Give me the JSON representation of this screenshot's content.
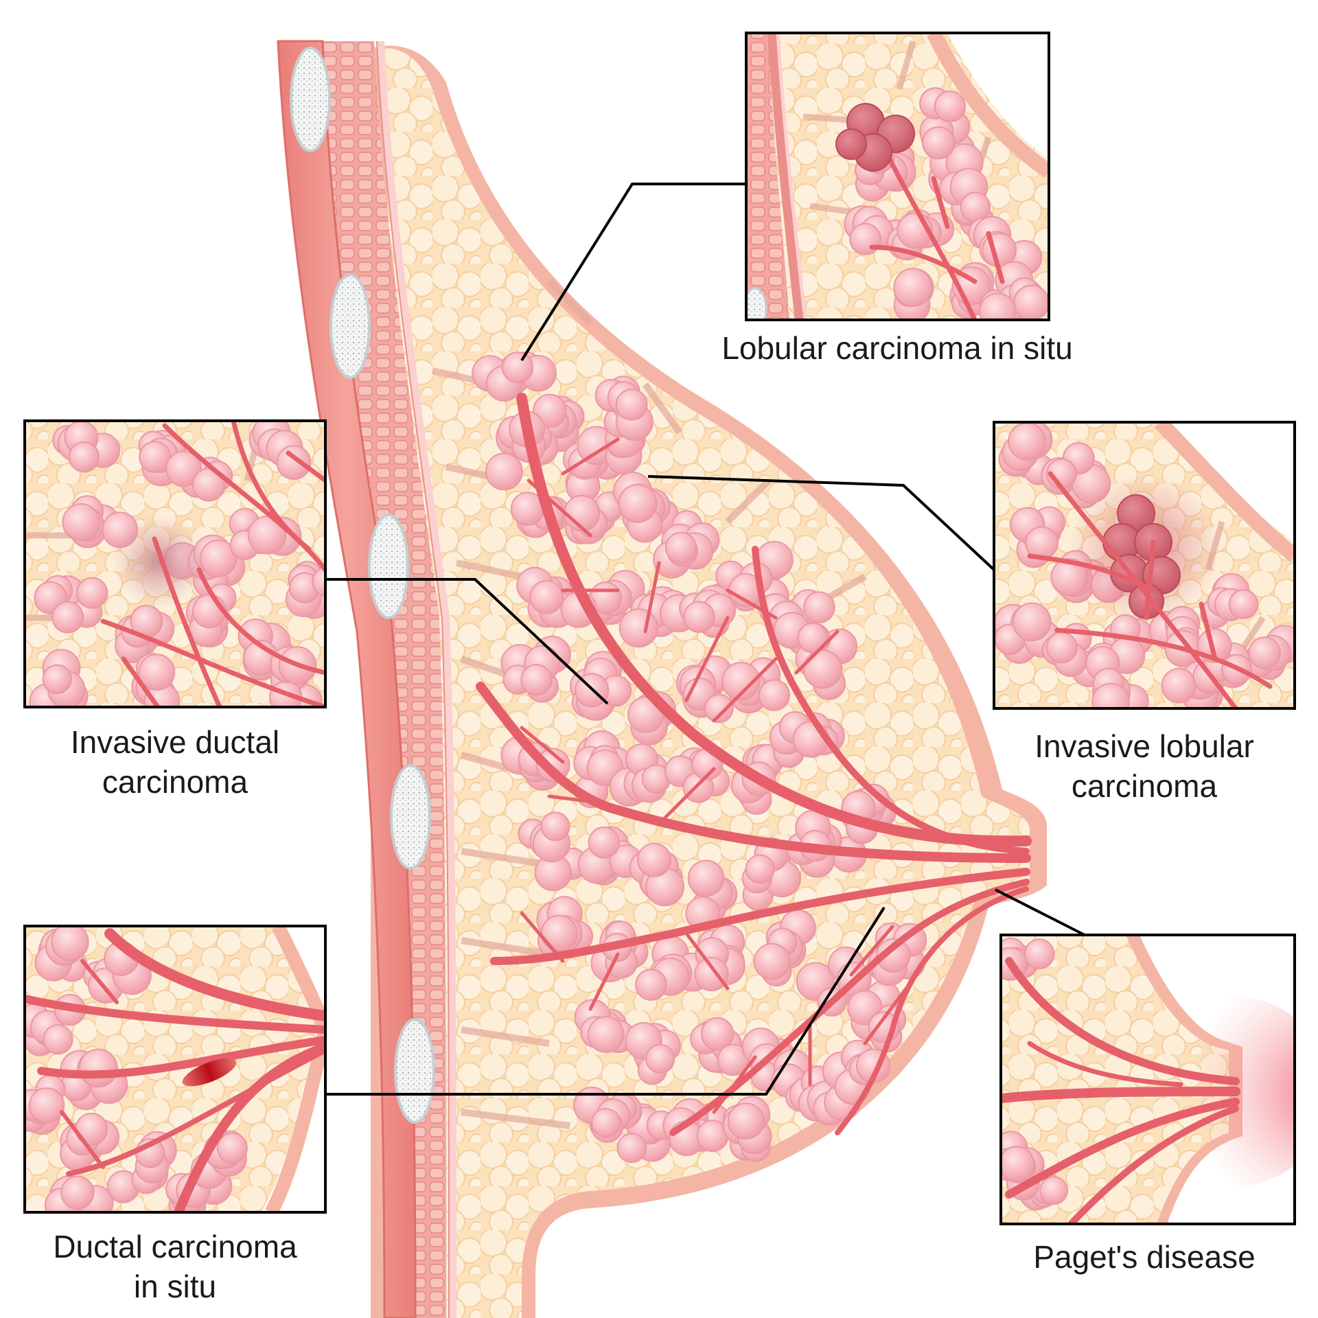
{
  "labels": {
    "lcis": [
      "Lobular carcinoma in situ"
    ],
    "idc": [
      "Invasive ductal",
      "carcinoma"
    ],
    "ilc": [
      "Invasive lobular",
      "carcinoma"
    ],
    "dcis": [
      "Ductal carcinoma",
      "in situ"
    ],
    "paget": [
      "Paget's disease"
    ]
  },
  "colors": {
    "skin": "#f4b5a4",
    "fat": "#fbe3bf",
    "fat_cell": "#fdf0dc",
    "lobule": "#f7b4bd",
    "duct": "#e5606a",
    "muscle": "#ec8c84",
    "rib": "#eef1f2",
    "tumor": "#d86a78",
    "dcis_lesion": "#c0121e",
    "callout_line": "#000000"
  }
}
